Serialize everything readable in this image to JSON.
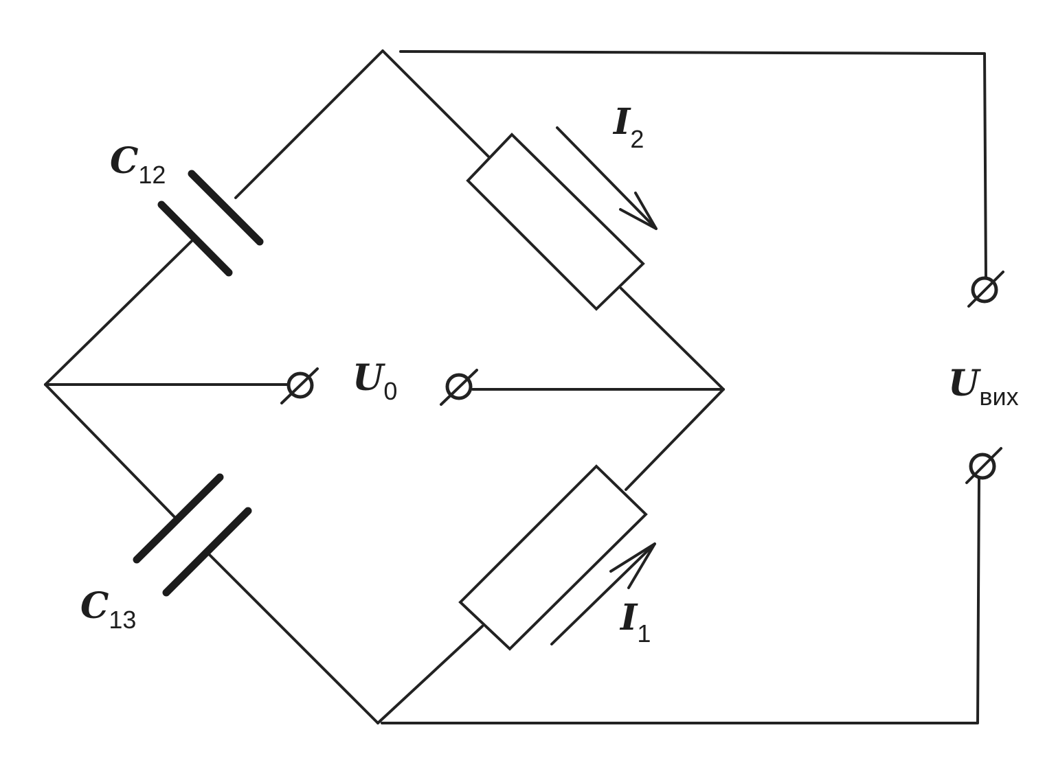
{
  "labels": {
    "c12": {
      "symbol": "C",
      "sub": "12"
    },
    "c13": {
      "symbol": "C",
      "sub": "13"
    },
    "i2": {
      "symbol": "I",
      "sub": "2"
    },
    "i1": {
      "symbol": "I",
      "sub": "1"
    },
    "u0": {
      "symbol": "U",
      "sub": "0"
    },
    "uout": {
      "symbol": "U",
      "sub": "вих"
    }
  },
  "colors": {
    "ink": "#222222",
    "background": "#ffffff"
  }
}
